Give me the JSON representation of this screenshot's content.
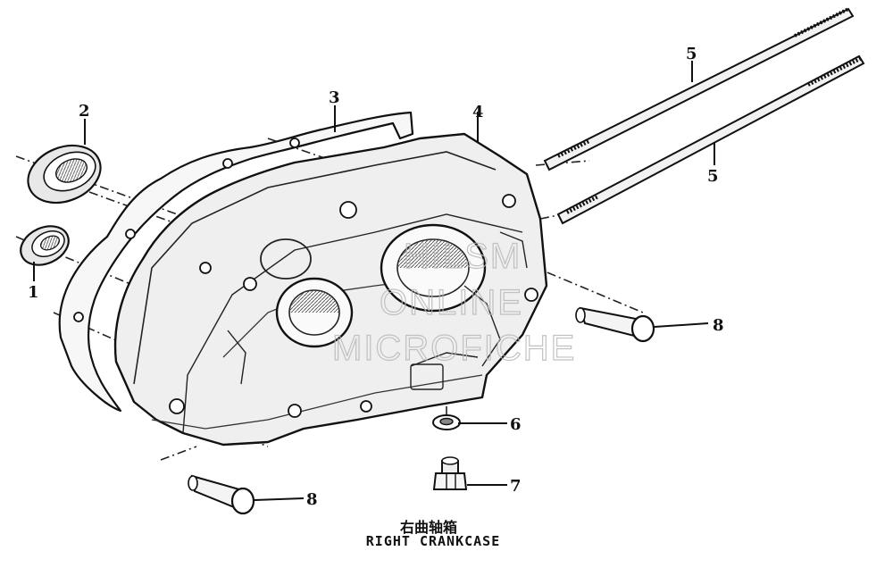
{
  "callouts": {
    "bearing_1": "1",
    "bearing_2": "2",
    "gasket_3": "3",
    "crankcase_4": "4",
    "stud_5_upper": "5",
    "stud_5_lower": "5",
    "washer_6": "6",
    "bolt_7": "7",
    "dowel_8_right": "8",
    "dowel_8_left": "8"
  },
  "watermark": {
    "line1": "HILSM",
    "line2": "ONLINE",
    "line3": "MICROFICHE"
  },
  "caption": {
    "chinese": "右曲轴箱",
    "english": "RIGHT CRANKCASE"
  }
}
